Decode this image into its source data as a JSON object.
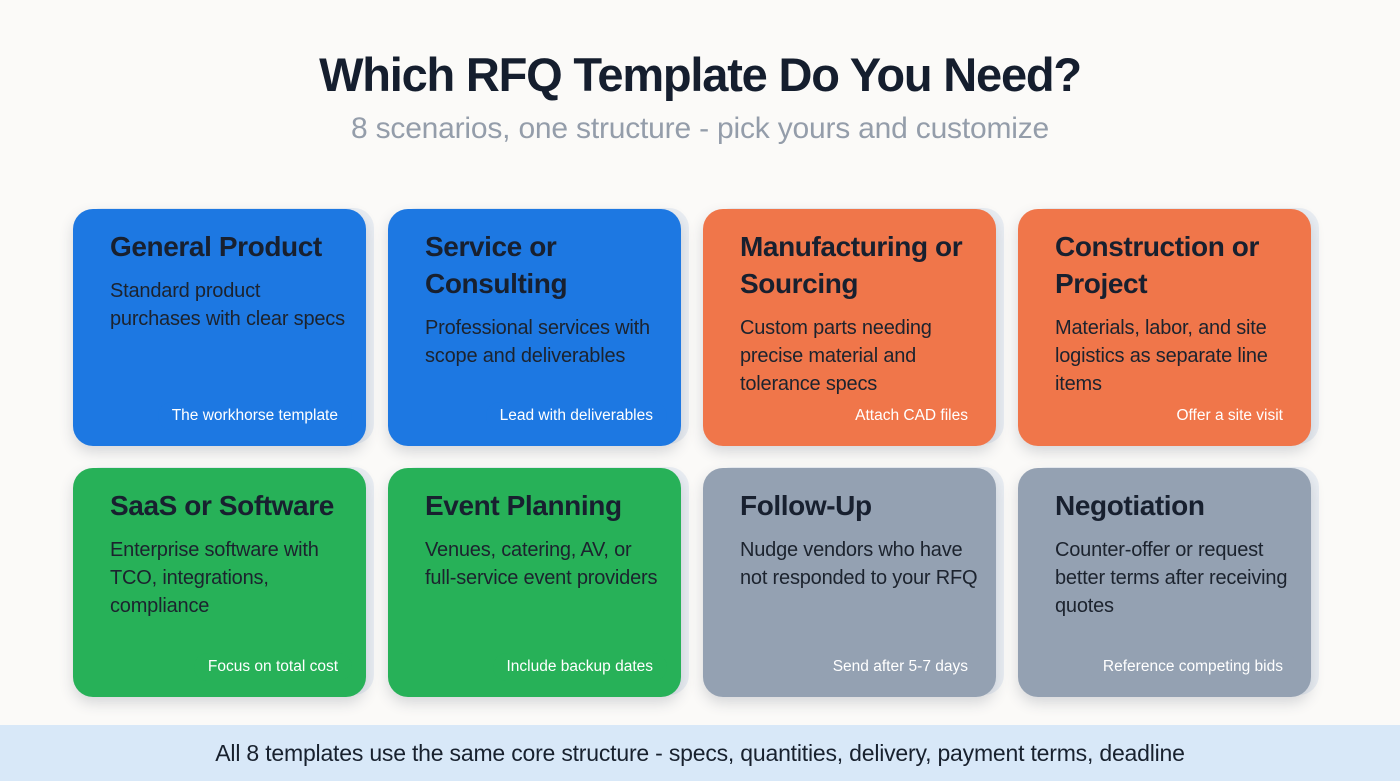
{
  "header": {
    "title": "Which RFQ Template Do You Need?",
    "subtitle": "8 scenarios, one structure - pick yours and customize"
  },
  "cards": [
    {
      "title": "General Product",
      "description": "Standard product purchases with clear specs",
      "badge": "The workhorse template",
      "accent": "blue"
    },
    {
      "title": "Service or Consulting",
      "description": "Professional services with scope and deliverables",
      "badge": "Lead with deliverables",
      "accent": "blue"
    },
    {
      "title": "Manufacturing or Sourcing",
      "description": "Custom parts needing precise material and tolerance specs",
      "badge": "Attach CAD files",
      "accent": "orange"
    },
    {
      "title": "Construction or Project",
      "description": "Materials, labor, and site logistics as separate line items",
      "badge": "Offer a site visit",
      "accent": "orange"
    },
    {
      "title": "SaaS or Software",
      "description": "Enterprise software with TCO, integrations, compliance",
      "badge": "Focus on total cost",
      "accent": "green"
    },
    {
      "title": "Event Planning",
      "description": "Venues, catering, AV, or full-service event providers",
      "badge": "Include backup dates",
      "accent": "green"
    },
    {
      "title": "Follow-Up",
      "description": "Nudge vendors who have not responded to your RFQ",
      "badge": "Send after 5-7 days",
      "accent": "gray"
    },
    {
      "title": "Negotiation",
      "description": "Counter-offer or request better terms after receiving quotes",
      "badge": "Reference competing bids",
      "accent": "gray"
    }
  ],
  "footer": {
    "text": "All 8 templates use the same core structure - specs, quantities, delivery, payment terms, deadline"
  },
  "colors": {
    "blue": "#1d78e2",
    "orange": "#f0764a",
    "green": "#27b158",
    "gray": "#94a1b2",
    "card_background": "#e9edf2",
    "footer_background": "#d8e8f8",
    "title_text": "#151e2e",
    "subtitle_text": "#949daa"
  }
}
